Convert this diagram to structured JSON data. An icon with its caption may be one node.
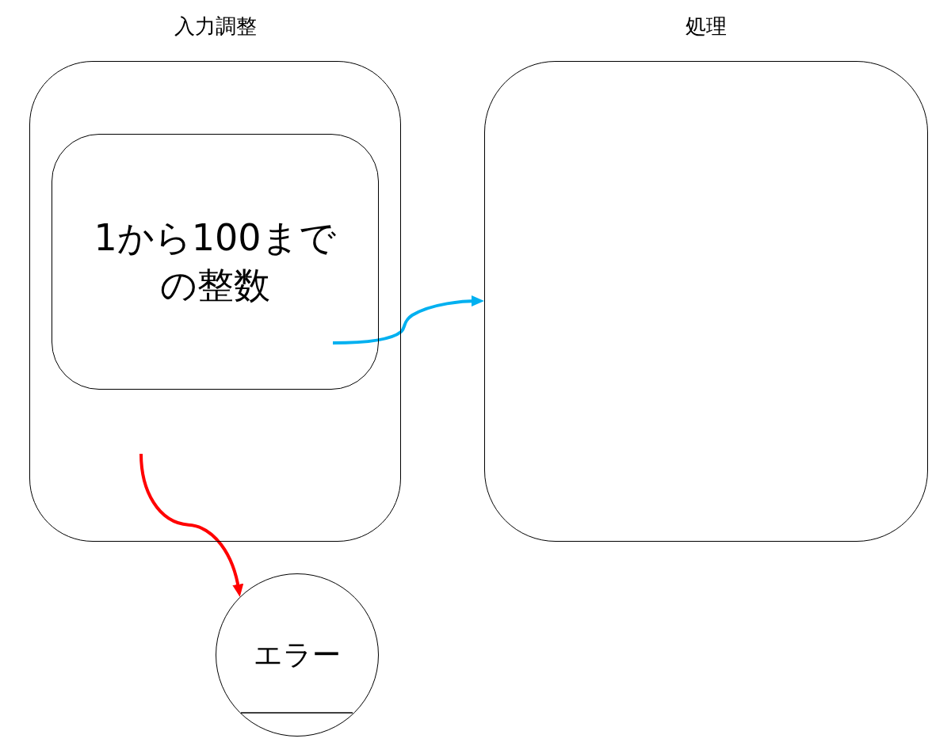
{
  "diagram": {
    "nodes": [
      {
        "text": [
          "入力調整"
        ]
      },
      {
        "text": [
          "1から100までの整数"
        ],
        "in": 0
      },
      {
        "text": [
          "処理"
        ]
      },
      {
        "text": [
          "エラー"
        ]
      }
    ],
    "edges": [
      {
        "from": 1,
        "to": 2,
        "arrow": "to",
        "color": "#00b0f0"
      },
      {
        "from": null,
        "to": 3,
        "arrow": "to",
        "color": "#ff0000"
      }
    ]
  }
}
